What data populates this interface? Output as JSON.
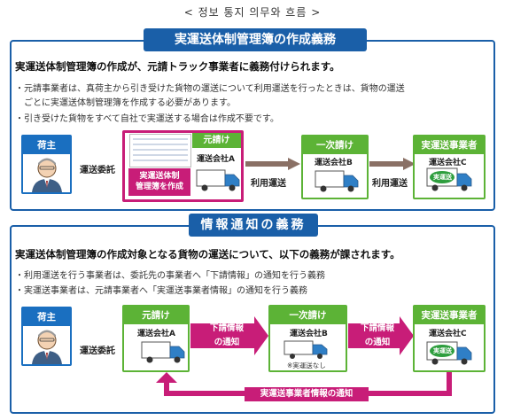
{
  "caption": "< 정보 통지 의무와 흐름 >",
  "section1": {
    "title": "実運送体制管理簿の作成義務",
    "heading": "実運送体制管理簿の作成が、元請トラック事業者に義務付けられます。",
    "bullets": [
      "・元請事業者は、真荷主から引き受けた貨物の運送について利用運送を行ったときは、貨物の運送",
      "　ごとに実運送体制管理簿を作成する必要があります。",
      "・引き受けた貨物をすべて自社で実運送する場合は作成不要です。"
    ],
    "shipper_label": "荷主",
    "edge_consign": "運送委託",
    "prime": {
      "label": "元請け",
      "company": "運送会社A",
      "tag_line1": "実運送体制",
      "tag_line2": "管理簿を作成"
    },
    "edge_use1": "利用運送",
    "first_sub": {
      "label": "一次請け",
      "company": "運送会社B"
    },
    "edge_use2": "利用運送",
    "actual": {
      "label": "実運送事業者",
      "company": "運送会社C",
      "truck_badge": "実運送"
    }
  },
  "section2": {
    "title": "情報通知の義務",
    "heading": "実運送体制管理簿の作成対象となる貨物の運送について、以下の義務が課されます。",
    "bullets": [
      "・利用運送を行う事業者は、委託先の事業者へ「下請情報」の通知を行う義務",
      "・実運送事業者は、元請事業者へ「実運送事業者情報」の通知を行う義務"
    ],
    "shipper_label": "荷主",
    "edge_consign": "運送委託",
    "prime": {
      "label": "元請け",
      "company": "運送会社A"
    },
    "notice1_line1": "下請情報",
    "notice1_line2": "の通知",
    "first_sub": {
      "label": "一次請け",
      "company": "運送会社B",
      "note": "※実運送なし"
    },
    "notice2_line1": "下請情報",
    "notice2_line2": "の通知",
    "actual": {
      "label": "実運送事業者",
      "company": "運送会社C",
      "truck_badge": "実運送"
    },
    "return_notice": "実運送事業者情報の通知"
  },
  "colors": {
    "panel_blue": "#1a5fa8",
    "head_blue": "#1a6fc0",
    "head_green": "#5cb336",
    "accent_pink": "#c81d78",
    "arrow_brown": "#8a7065"
  }
}
